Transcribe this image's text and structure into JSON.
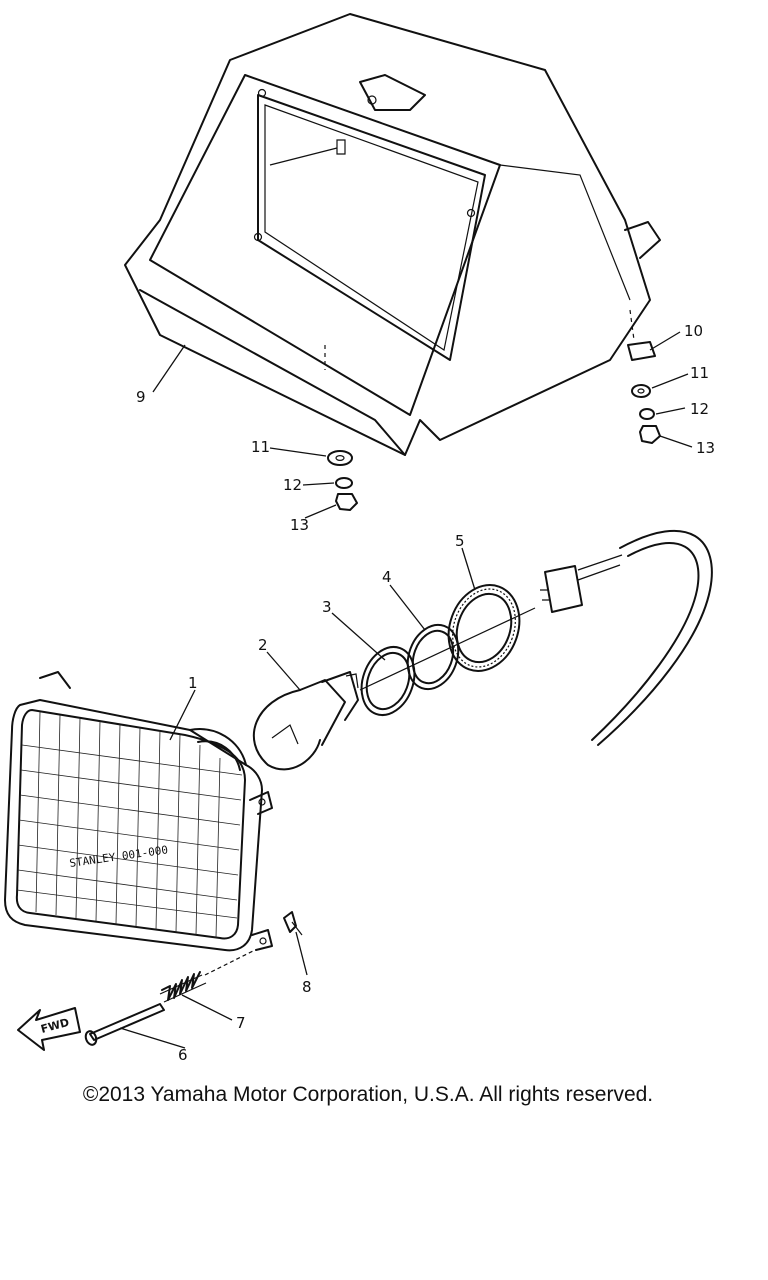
{
  "diagram": {
    "parts": [
      {
        "label": "1",
        "part": "headlight-unit"
      },
      {
        "label": "2",
        "part": "bulb"
      },
      {
        "label": "3",
        "part": "ring"
      },
      {
        "label": "4",
        "part": "ring"
      },
      {
        "label": "5",
        "part": "socket-seal"
      },
      {
        "label": "6",
        "part": "bolt"
      },
      {
        "label": "7",
        "part": "spring"
      },
      {
        "label": "8",
        "part": "adjuster-clip"
      },
      {
        "label": "9",
        "part": "headlight-housing"
      },
      {
        "label": "10",
        "part": "bracket"
      },
      {
        "label": "11",
        "part": "washer"
      },
      {
        "label": "12",
        "part": "lock-washer"
      },
      {
        "label": "13",
        "part": "nut"
      }
    ],
    "lens_text": "STANLEY 001-000",
    "forward_arrow": "FWD",
    "copyright": "©2013 Yamaha Motor Corporation, U.S.A. All rights reserved."
  }
}
